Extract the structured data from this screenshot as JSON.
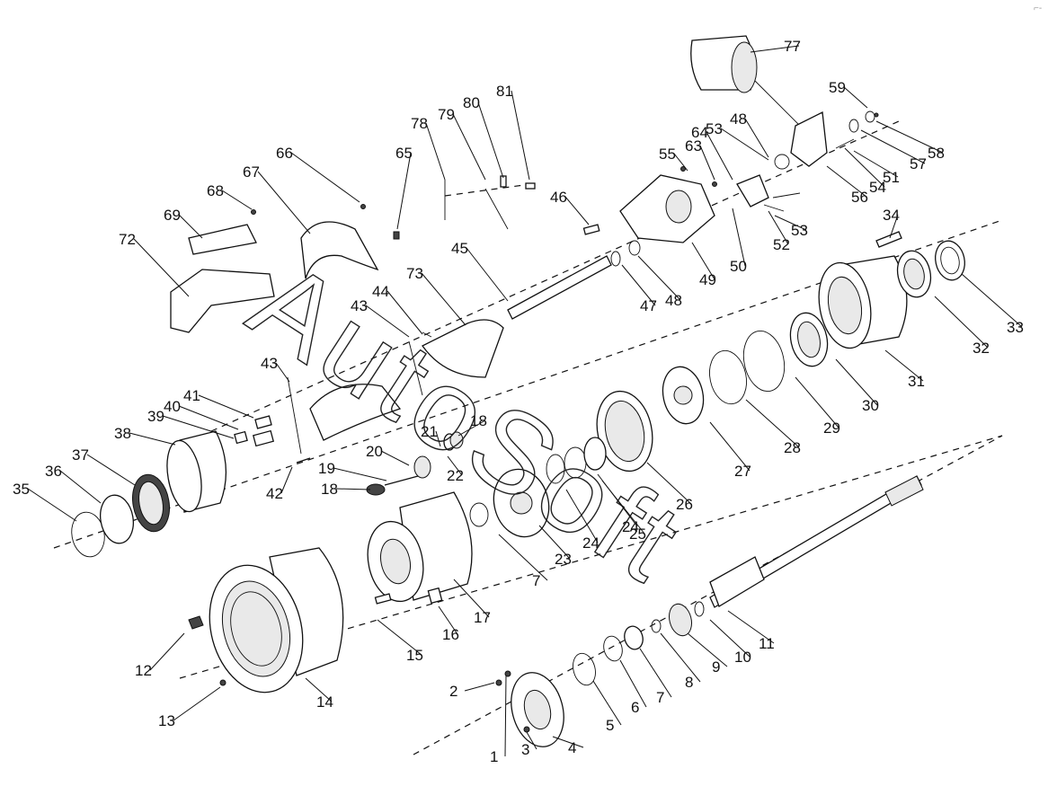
{
  "watermark": "AutoSoft",
  "corner_mark": "⌐-",
  "part_labels": [
    {
      "id": "1",
      "text": "1"
    },
    {
      "id": "2",
      "text": "2"
    },
    {
      "id": "3",
      "text": "3"
    },
    {
      "id": "4",
      "text": "4"
    },
    {
      "id": "5",
      "text": "5"
    },
    {
      "id": "6",
      "text": "6"
    },
    {
      "id": "7a",
      "text": "7"
    },
    {
      "id": "7b",
      "text": "7"
    },
    {
      "id": "8",
      "text": "8"
    },
    {
      "id": "9",
      "text": "9"
    },
    {
      "id": "10",
      "text": "10"
    },
    {
      "id": "11",
      "text": "11"
    },
    {
      "id": "12",
      "text": "12"
    },
    {
      "id": "13",
      "text": "13"
    },
    {
      "id": "14",
      "text": "14"
    },
    {
      "id": "15",
      "text": "15"
    },
    {
      "id": "16",
      "text": "16"
    },
    {
      "id": "17",
      "text": "17"
    },
    {
      "id": "18a",
      "text": "18"
    },
    {
      "id": "18b",
      "text": "18"
    },
    {
      "id": "19",
      "text": "19"
    },
    {
      "id": "20",
      "text": "20"
    },
    {
      "id": "21",
      "text": "21"
    },
    {
      "id": "22",
      "text": "22"
    },
    {
      "id": "23",
      "text": "23"
    },
    {
      "id": "24a",
      "text": "24"
    },
    {
      "id": "24b",
      "text": "24"
    },
    {
      "id": "25",
      "text": "25"
    },
    {
      "id": "26",
      "text": "26"
    },
    {
      "id": "27",
      "text": "27"
    },
    {
      "id": "28",
      "text": "28"
    },
    {
      "id": "29",
      "text": "29"
    },
    {
      "id": "30",
      "text": "30"
    },
    {
      "id": "31",
      "text": "31"
    },
    {
      "id": "32",
      "text": "32"
    },
    {
      "id": "33",
      "text": "33"
    },
    {
      "id": "34",
      "text": "34"
    },
    {
      "id": "35",
      "text": "35"
    },
    {
      "id": "36",
      "text": "36"
    },
    {
      "id": "37",
      "text": "37"
    },
    {
      "id": "38",
      "text": "38"
    },
    {
      "id": "39",
      "text": "39"
    },
    {
      "id": "40",
      "text": "40"
    },
    {
      "id": "41",
      "text": "41"
    },
    {
      "id": "42",
      "text": "42"
    },
    {
      "id": "43a",
      "text": "43"
    },
    {
      "id": "43b",
      "text": "43"
    },
    {
      "id": "44",
      "text": "44"
    },
    {
      "id": "45",
      "text": "45"
    },
    {
      "id": "46",
      "text": "46"
    },
    {
      "id": "47",
      "text": "47"
    },
    {
      "id": "48a",
      "text": "48"
    },
    {
      "id": "48b",
      "text": "48"
    },
    {
      "id": "49",
      "text": "49"
    },
    {
      "id": "50",
      "text": "50"
    },
    {
      "id": "51",
      "text": "51"
    },
    {
      "id": "52",
      "text": "52"
    },
    {
      "id": "53a",
      "text": "53"
    },
    {
      "id": "53b",
      "text": "53"
    },
    {
      "id": "54",
      "text": "54"
    },
    {
      "id": "55",
      "text": "55"
    },
    {
      "id": "56",
      "text": "56"
    },
    {
      "id": "57",
      "text": "57"
    },
    {
      "id": "58",
      "text": "58"
    },
    {
      "id": "59",
      "text": "59"
    },
    {
      "id": "63",
      "text": "63"
    },
    {
      "id": "64",
      "text": "64"
    },
    {
      "id": "65",
      "text": "65"
    },
    {
      "id": "66",
      "text": "66"
    },
    {
      "id": "67",
      "text": "67"
    },
    {
      "id": "68",
      "text": "68"
    },
    {
      "id": "69",
      "text": "69"
    },
    {
      "id": "72",
      "text": "72"
    },
    {
      "id": "73",
      "text": "73"
    },
    {
      "id": "77",
      "text": "77"
    },
    {
      "id": "78",
      "text": "78"
    },
    {
      "id": "79",
      "text": "79"
    },
    {
      "id": "80",
      "text": "80"
    },
    {
      "id": "81",
      "text": "81"
    }
  ]
}
